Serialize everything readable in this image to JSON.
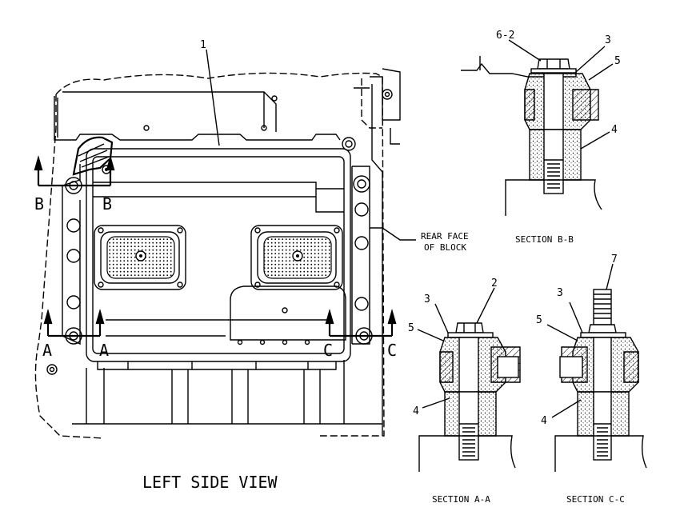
{
  "labels": {
    "left_view_title": "LEFT SIDE VIEW",
    "section_aa": "SECTION A-A",
    "section_bb": "SECTION B-B",
    "section_cc": "SECTION C-C",
    "rear_face_1": "REAR FACE",
    "rear_face_2": "OF BLOCK"
  },
  "section_markers": {
    "a_left": "A",
    "a_right": "A",
    "b_left": "B",
    "b_right": "B",
    "c_left": "C",
    "c_right": "C"
  },
  "callouts": {
    "main_item": "1",
    "bb_bolt": "6-2",
    "bb_washer": "3",
    "bb_mount": "5",
    "bb_spacer": "4",
    "aa_washer": "3",
    "aa_bolt": "2",
    "aa_mount": "5",
    "aa_spacer": "4",
    "cc_washer": "3",
    "cc_stud": "7",
    "cc_mount": "5",
    "cc_spacer": "4"
  }
}
